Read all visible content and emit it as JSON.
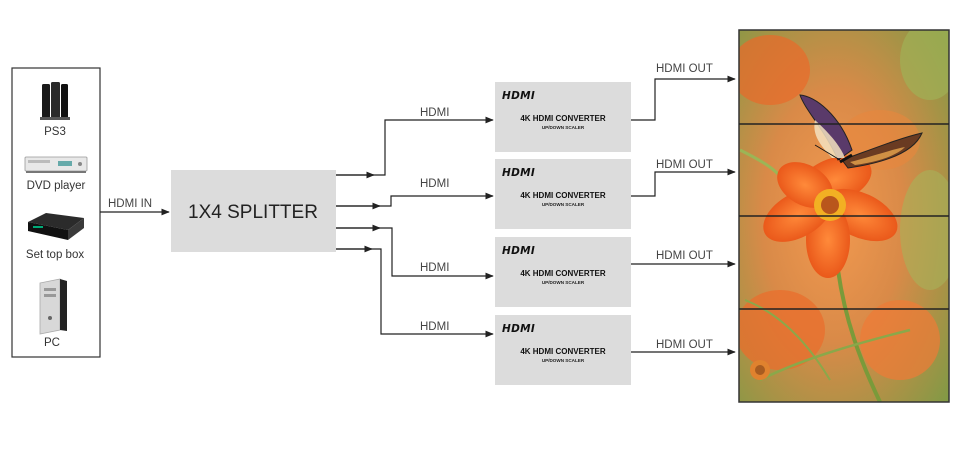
{
  "sources": [
    {
      "id": "ps3",
      "label": "PS3",
      "icon": "ps3-console-icon"
    },
    {
      "id": "dvd",
      "label": "DVD player",
      "icon": "dvd-player-icon"
    },
    {
      "id": "stb",
      "label": "Set top box",
      "icon": "set-top-box-icon"
    },
    {
      "id": "pc",
      "label": "PC",
      "icon": "pc-tower-icon"
    }
  ],
  "input_label": "HDMI IN",
  "splitter": {
    "label": "1X4 SPLITTER"
  },
  "converters": [
    {
      "logo": "HDMI",
      "title": "4K HDMI CONVERTER",
      "subtitle": "UP/DOWN SCALER",
      "in_label": "HDMI",
      "out_label": "HDMI OUT"
    },
    {
      "logo": "HDMI",
      "title": "4K HDMI CONVERTER",
      "subtitle": "UP/DOWN SCALER",
      "in_label": "HDMI",
      "out_label": "HDMI OUT"
    },
    {
      "logo": "HDMI",
      "title": "4K HDMI CONVERTER",
      "subtitle": "UP/DOWN SCALER",
      "in_label": "HDMI",
      "out_label": "HDMI OUT"
    },
    {
      "logo": "HDMI",
      "title": "4K HDMI CONVERTER",
      "subtitle": "UP/DOWN SCALER",
      "in_label": "HDMI",
      "out_label": "HDMI OUT"
    }
  ],
  "video_wall": {
    "panels": 4,
    "image": "butterfly-on-orange-flower-photo"
  },
  "colors": {
    "box_fill": "#dcdcdc",
    "wire": "#222222",
    "flower": "#f0641e",
    "background_green": "#8fa850"
  }
}
